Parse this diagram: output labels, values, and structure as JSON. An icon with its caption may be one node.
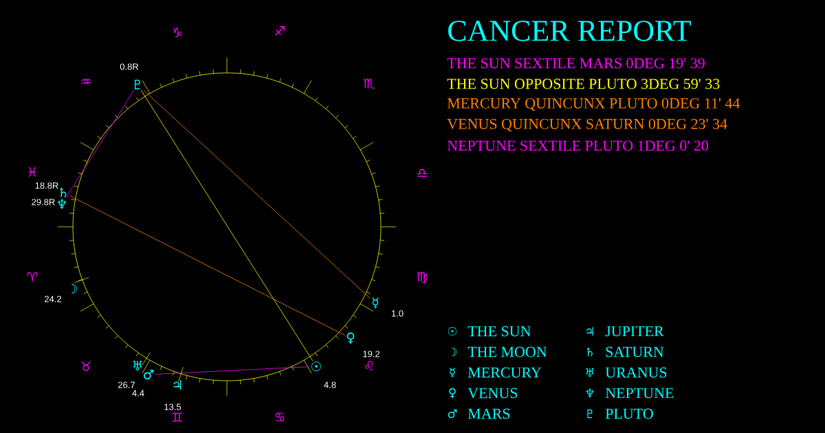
{
  "diagram": {
    "title": "CANCER REPORT",
    "nodes": [
      {
        "text": [
          "☉"
        ],
        "beside": [
          "4.8"
        ]
      },
      {
        "text": [
          "☽"
        ],
        "beside": [
          "24.2"
        ]
      },
      {
        "text": [
          "☿"
        ],
        "beside": [
          "1.0"
        ]
      },
      {
        "text": [
          "♀"
        ],
        "beside": [
          "19.2"
        ]
      },
      {
        "text": [
          "♂"
        ],
        "beside": [
          "4.4"
        ]
      },
      {
        "text": [
          "♃"
        ],
        "beside": [
          "13.5"
        ]
      },
      {
        "text": [
          "♄"
        ],
        "beside": [
          "18.8R"
        ]
      },
      {
        "text": [
          "♅"
        ],
        "beside": [
          "26.7"
        ]
      },
      {
        "text": [
          "♆"
        ],
        "beside": [
          "29.8R"
        ]
      },
      {
        "text": [
          "♇"
        ],
        "beside": [
          "0.8R"
        ]
      }
    ],
    "edges": [
      {
        "from": 0,
        "to": 4,
        "arrow": "none",
        "color": "#ff00ff"
      },
      {
        "from": 0,
        "to": 9,
        "arrow": "none",
        "color": "#ffff00"
      },
      {
        "from": 2,
        "to": 9,
        "arrow": "none",
        "color": "#ff8000"
      },
      {
        "from": 3,
        "to": 6,
        "arrow": "none",
        "color": "#ff8000"
      },
      {
        "from": 8,
        "to": 9,
        "arrow": "none",
        "color": "#ff00ff"
      }
    ],
    "labels": [
      "♑",
      "♐",
      "♒",
      "♏",
      "♓",
      "♎",
      "♈",
      "♍",
      "♉",
      "♌",
      "♊",
      "♋",
      "THE SUN SEXTILE MARS 0DEG 19' 39",
      "THE SUN OPPOSITE PLUTO 3DEG 59' 33",
      "MERCURY QUINCUNX PLUTO 0DEG 11' 44",
      "VENUS QUINCUNX SATURN 0DEG 23' 34",
      "NEPTUNE SEXTILE PLUTO 1DEG 0' 20",
      "☉",
      "♃",
      "☽",
      "♄",
      "☿",
      "♅",
      "♀",
      "♆",
      "♂",
      "♇"
    ],
    "legend": [
      {
        "text": "THE SUN"
      },
      {
        "text": "JUPITER"
      },
      {
        "text": "THE MOON"
      },
      {
        "text": "SATURN"
      },
      {
        "text": "MERCURY"
      },
      {
        "text": "URANUS"
      },
      {
        "text": "VENUS"
      },
      {
        "text": "NEPTUNE"
      },
      {
        "text": "MARS"
      },
      {
        "text": "PLUTO"
      }
    ]
  }
}
